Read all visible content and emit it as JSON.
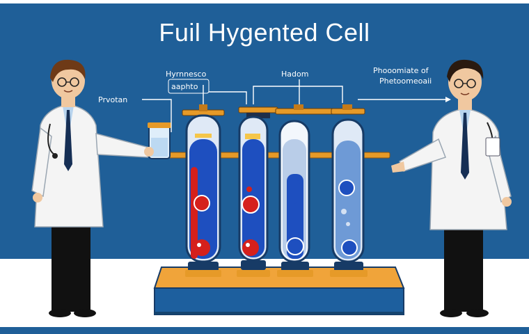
{
  "title": "Fuil Hygented Cell",
  "labels": {
    "left": "Prvotan",
    "tube1_line1": "Hyrnnesco",
    "tube1_line2": "aaphto",
    "tube3": "Hadom",
    "right_line1": "Phooomiate of",
    "right_line2": "Phetoomeoaii"
  },
  "colors": {
    "background": "#1f5f98",
    "floor": "#ffffff",
    "frame": "#e69a28",
    "base_top": "#f0a43a",
    "base_front": "#1d5f9e",
    "red_liquid": "#d5201c",
    "blue_liquid": "#1e4fbf",
    "coat": "#f4f4f4"
  },
  "icons": [
    "scientist-left",
    "scientist-right",
    "beaker-icon",
    "test-tube",
    "pointer-arrow"
  ]
}
